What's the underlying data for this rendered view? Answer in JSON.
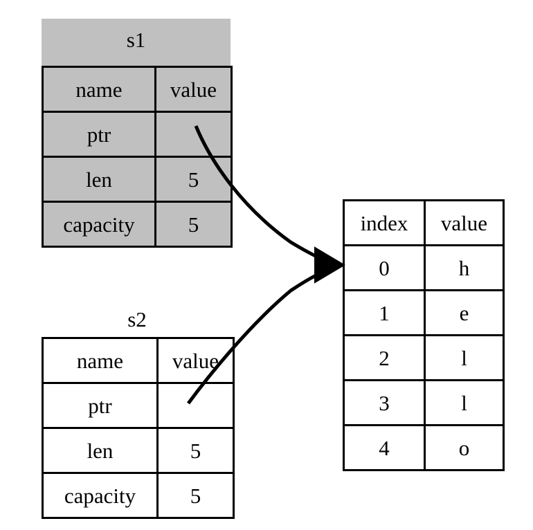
{
  "diagram": {
    "title_s1": "s1",
    "title_s2": "s2",
    "colors": {
      "s1_fill": "#c0c0c0",
      "s2_fill": "#ffffff",
      "array_fill": "#ffffff",
      "stroke": "#000000",
      "background": "#ffffff"
    },
    "structs": [
      {
        "name": "s1",
        "header": {
          "name": "name",
          "value": "value"
        },
        "rows": [
          {
            "name": "ptr",
            "value": ""
          },
          {
            "name": "len",
            "value": "5"
          },
          {
            "name": "capacity",
            "value": "5"
          }
        ]
      },
      {
        "name": "s2",
        "header": {
          "name": "name",
          "value": "value"
        },
        "rows": [
          {
            "name": "ptr",
            "value": ""
          },
          {
            "name": "len",
            "value": "5"
          },
          {
            "name": "capacity",
            "value": "5"
          }
        ]
      }
    ],
    "array": {
      "header": {
        "index": "index",
        "value": "value"
      },
      "rows": [
        {
          "index": "0",
          "value": "h"
        },
        {
          "index": "1",
          "value": "e"
        },
        {
          "index": "2",
          "value": "l"
        },
        {
          "index": "3",
          "value": "l"
        },
        {
          "index": "4",
          "value": "o"
        }
      ]
    },
    "arrows": [
      {
        "from": "s1.ptr",
        "to": "array.row0",
        "style": "curved-arrow"
      },
      {
        "from": "s2.ptr",
        "to": "array.row0",
        "style": "curved-arrow"
      }
    ]
  }
}
